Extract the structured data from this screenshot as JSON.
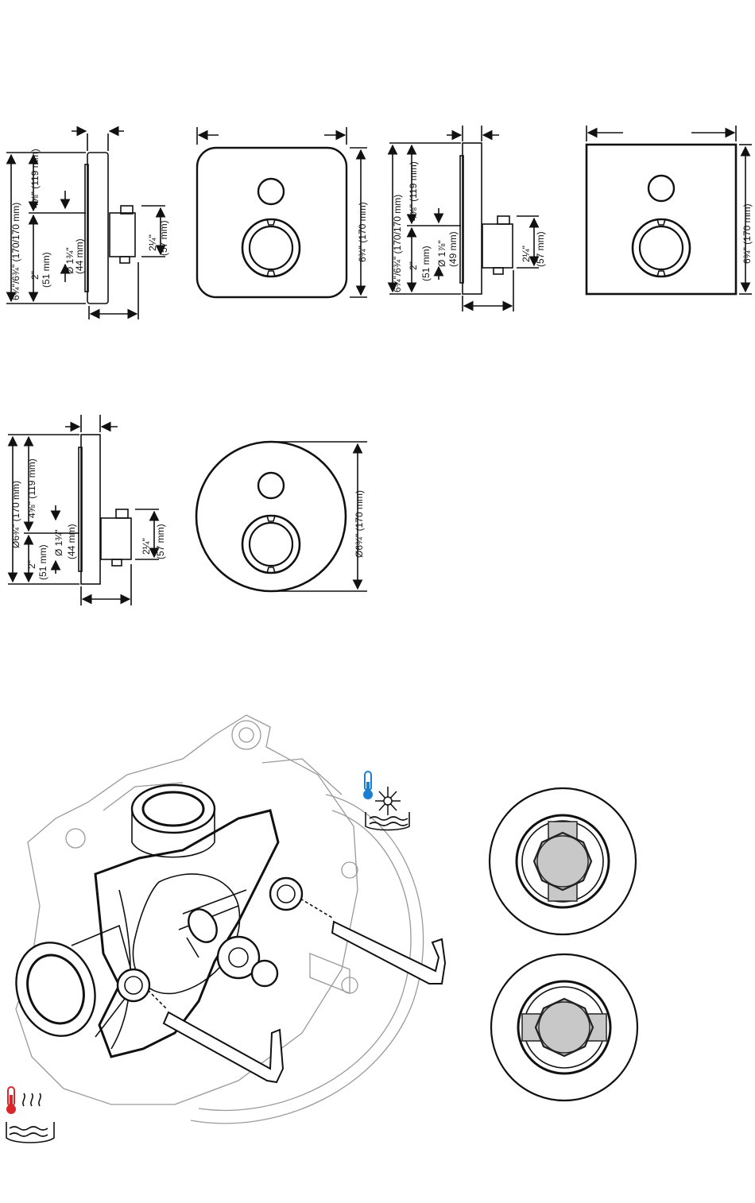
{
  "drawings": {
    "square_rounded": {
      "side_overall": "6¾\"/6¾\" (170/170 mm)",
      "upper_height": "4⅝\" (119 mm)",
      "lower_height_in": "2\"",
      "lower_height_mm": "(51 mm)",
      "hole_diameter_in": "Ø 1¾\"",
      "hole_diameter_mm": "(44 mm)",
      "body_depth_in": "2¼\"",
      "body_depth_mm": "(57 mm)",
      "front_height": "6¾\" (170 mm)"
    },
    "square_sharp": {
      "side_overall": "6¾\"/6¾\" (170/170 mm)",
      "upper_height": "4⅝\" (119 mm)",
      "lower_height_in": "2\"",
      "lower_height_mm": "(51 mm)",
      "hole_diameter_in": "Ø 1⅞\"",
      "hole_diameter_mm": "(49 mm)",
      "body_depth_in": "2¼\"",
      "body_depth_mm": "(57 mm)",
      "front_height": "6¾\" (170 mm)"
    },
    "round": {
      "side_overall": "Ø6¾\" (170 mm)",
      "upper_height": "4⅝\" (119 mm)",
      "lower_height_in": "2\"",
      "lower_height_mm": "(51 mm)",
      "hole_diameter_in": "Ø 1¾\"",
      "hole_diameter_mm": "(44 mm)",
      "body_depth_in": "2¼\"",
      "body_depth_mm": "(57 mm)",
      "front_diameter": "Ø6¾\" (170 mm)"
    }
  },
  "icons": {
    "cold": "cold-water-icon",
    "hot": "hot-water-icon"
  },
  "colors": {
    "cold": "#1a7fd0",
    "hot": "#d8262b",
    "stop_fill": "#c8c8c8"
  }
}
